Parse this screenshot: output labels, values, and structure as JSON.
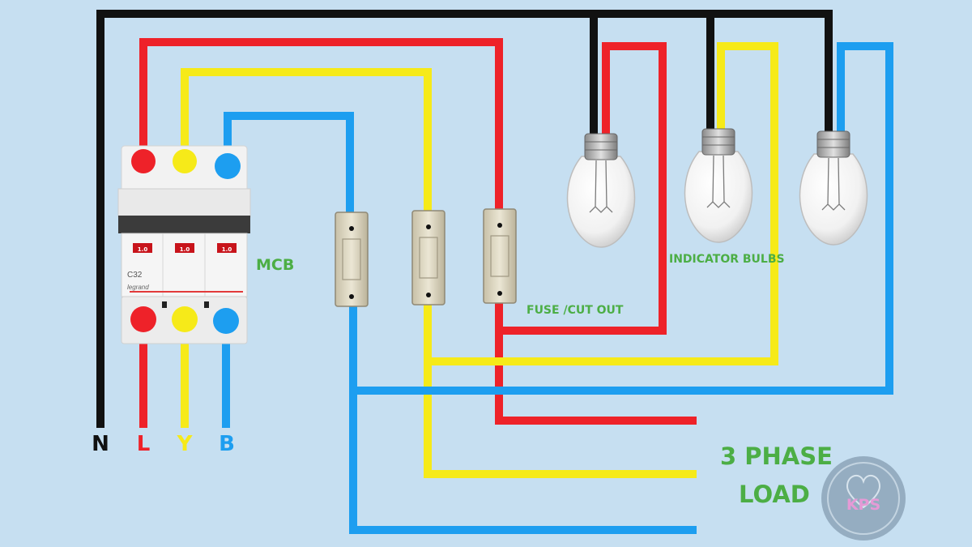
{
  "labels": {
    "mcb": "MCB",
    "fuse": "FUSE /CUT OUT",
    "bulbs": "INDICATOR BULBS",
    "load_line1": "3 PHASE",
    "load_line2": "LOAD",
    "terminal_n": "N",
    "terminal_l": "L",
    "terminal_y": "Y",
    "terminal_b": "B",
    "mcb_rating": "C32",
    "mcb_brand": "legrand",
    "mcb_window": "1.0",
    "logo": "KPS"
  },
  "colors": {
    "background": "#c6dff1",
    "neutral": "#111111",
    "red": "#ee2229",
    "yellow": "#f6ea19",
    "blue": "#1d9ef0",
    "label_green": "#4cae45"
  }
}
